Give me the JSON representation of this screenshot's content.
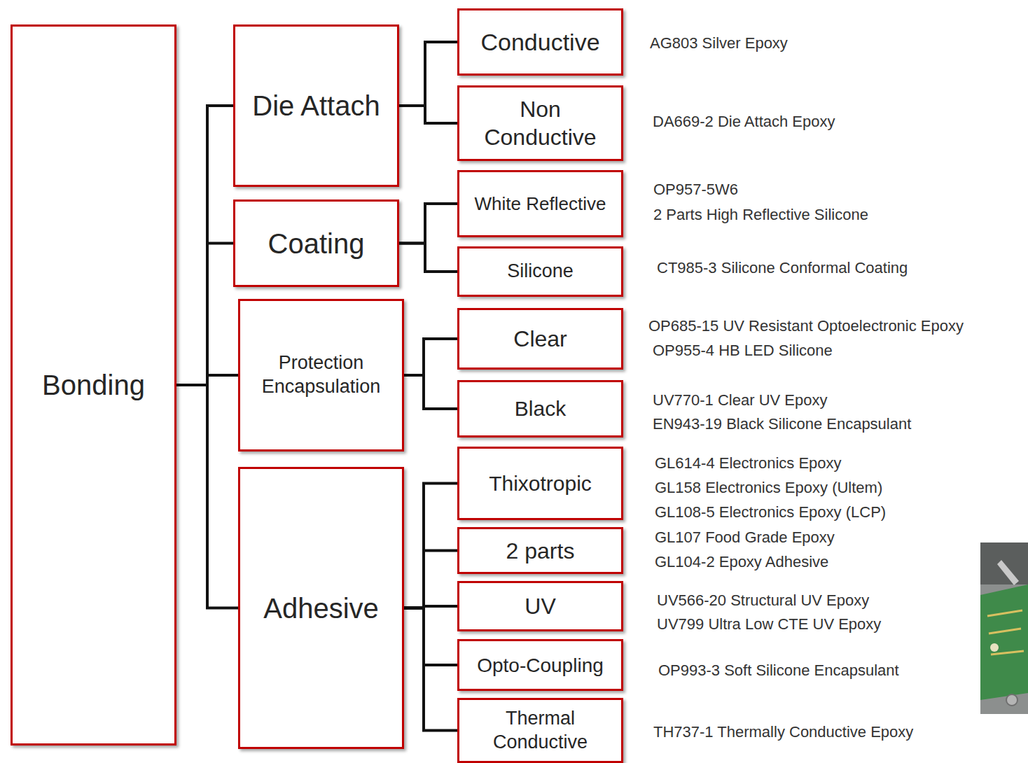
{
  "diagram": {
    "nodes": [
      {
        "text": [
          "Bonding"
        ]
      },
      {
        "text": [
          "Die Attach"
        ]
      },
      {
        "text": [
          "Conductive"
        ]
      },
      {
        "text": [
          "Non Conductive"
        ]
      },
      {
        "text": [
          "Coating"
        ]
      },
      {
        "text": [
          "White Reflective"
        ]
      },
      {
        "text": [
          "Silicone"
        ]
      },
      {
        "text": [
          "Protection Encapsulation"
        ]
      },
      {
        "text": [
          "Clear"
        ]
      },
      {
        "text": [
          "Black"
        ]
      },
      {
        "text": [
          "Adhesive"
        ]
      },
      {
        "text": [
          "Thixotropic"
        ]
      },
      {
        "text": [
          "2 parts"
        ]
      },
      {
        "text": [
          "UV"
        ]
      },
      {
        "text": [
          "Opto-Coupling"
        ]
      },
      {
        "text": [
          "Thermal Conductive"
        ]
      }
    ],
    "edges": [
      {
        "from": 0,
        "to": 1,
        "arrow": "none"
      },
      {
        "from": 0,
        "to": 4,
        "arrow": "none"
      },
      {
        "from": 0,
        "to": 7,
        "arrow": "none"
      },
      {
        "from": 0,
        "to": 10,
        "arrow": "none"
      },
      {
        "from": 1,
        "to": 2,
        "arrow": "none"
      },
      {
        "from": 1,
        "to": 3,
        "arrow": "none"
      },
      {
        "from": 4,
        "to": 5,
        "arrow": "none"
      },
      {
        "from": 4,
        "to": 6,
        "arrow": "none"
      },
      {
        "from": 7,
        "to": 8,
        "arrow": "none"
      },
      {
        "from": 7,
        "to": 9,
        "arrow": "none"
      },
      {
        "from": 10,
        "to": 11,
        "arrow": "none"
      },
      {
        "from": 10,
        "to": 12,
        "arrow": "none"
      },
      {
        "from": 10,
        "to": 13,
        "arrow": "none"
      },
      {
        "from": 10,
        "to": 14,
        "arrow": "none"
      },
      {
        "from": 10,
        "to": 15,
        "arrow": "none"
      }
    ],
    "labels": [
      "AG803 Silver Epoxy",
      "DA669-2 Die Attach Epoxy",
      "OP957-5W6",
      "2 Parts High Reflective Silicone",
      "CT985-3 Silicone Conformal Coating",
      "OP685-15 UV Resistant Optoelectronic Epoxy",
      "OP955-4 HB LED Silicone",
      "UV770-1 Clear UV Epoxy",
      "EN943-19 Black Silicone Encapsulant",
      "GL614-4 Electronics Epoxy",
      "GL158 Electronics Epoxy (Ultem)",
      "GL108-5 Electronics Epoxy (LCP)",
      "GL107 Food Grade Epoxy",
      "GL104-2 Epoxy Adhesive",
      "UV566-20 Structural UV Epoxy",
      "UV799 Ultra Low CTE UV Epoxy",
      "OP993-3 Soft Silicone Encapsulant",
      "TH737-1 Thermally Conductive Epoxy"
    ]
  }
}
